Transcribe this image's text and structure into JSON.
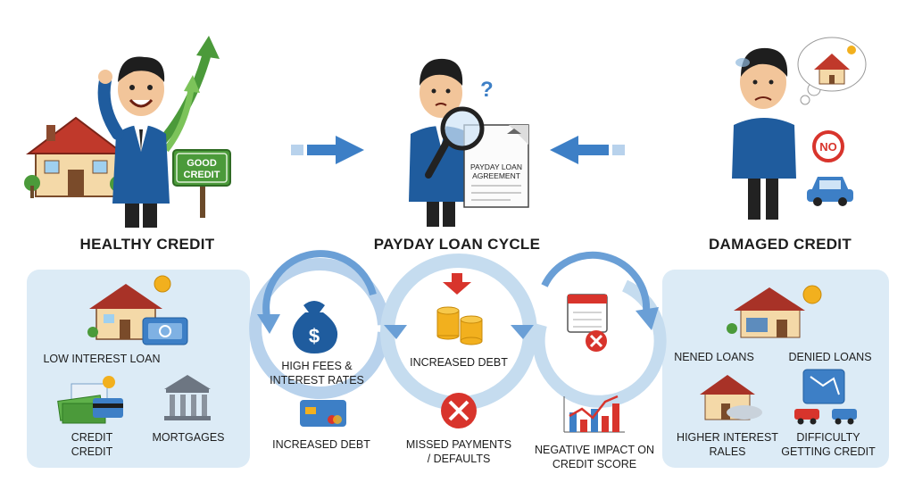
{
  "headings": {
    "healthy": "HEALTHY CREDIT",
    "cycle": "PAYDAY LOAN CYCLE",
    "damaged": "DAMAGED CREDIT"
  },
  "illustrations": {
    "good_credit_sign_line1": "GOOD",
    "good_credit_sign_line2": "CREDIT",
    "agreement_line1": "PAYDAY LOAN",
    "agreement_line2": "AGREEMENT",
    "question_mark": "?",
    "no_sign": "NO",
    "dollar": "$"
  },
  "healthy_panel": {
    "low_interest_loan": "LOW INTEREST LOAN",
    "credit_line1": "CREDIT",
    "credit_line2": "CREDIT",
    "mortgages": "MORTGAGES"
  },
  "cycle": {
    "high_fees_line1": "HIGH FEES &",
    "high_fees_line2": "INTEREST RATES",
    "increased_debt_center": "INCREASED DEBT",
    "increased_debt_left": "INCREASED DEBT",
    "missed_line1": "MISSED PAYMENTS",
    "missed_line2": "/ DEFAULTS",
    "negative_line1": "NEGATIVE IMPACT ON",
    "negative_line2": "CREDIT SCORE"
  },
  "damaged_panel": {
    "nened_loans": "NENED LOANS",
    "denied_loans": "DENIED LOANS",
    "higher_line1": "HIGHER INTEREST",
    "higher_line2": "RALES",
    "difficulty_line1": "DIFFICULTY",
    "difficulty_line2": "GETTING CREDIT"
  },
  "colors": {
    "panel_bg": "#dcebf6",
    "suit_blue": "#1f5c9e",
    "arrow_blue": "#3d7fc6",
    "green": "#4b9a3a",
    "red": "#d8342c",
    "gold": "#f2b01e"
  }
}
